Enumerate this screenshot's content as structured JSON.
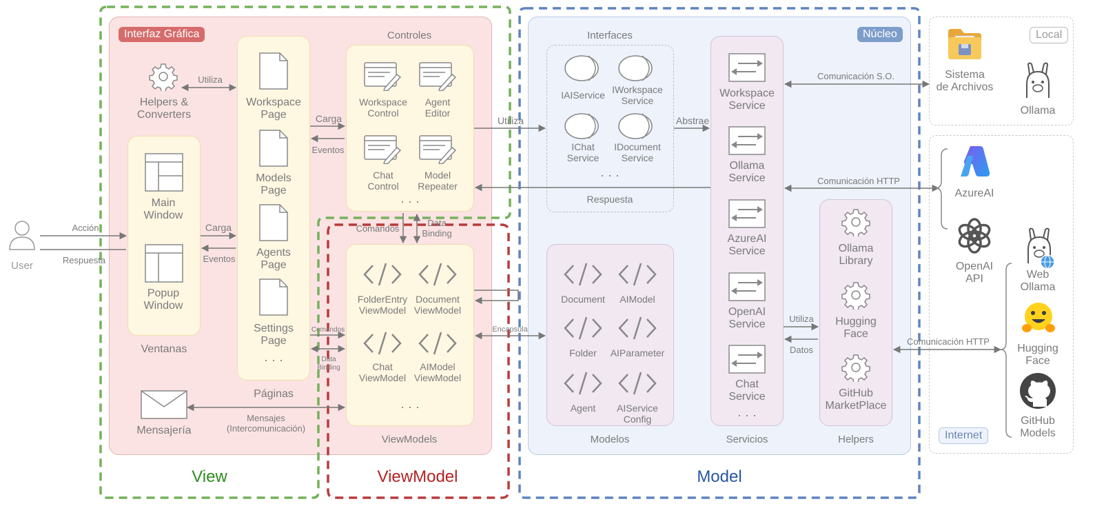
{
  "layers": {
    "view": "View",
    "viewmodel": "ViewModel",
    "model": "Model"
  },
  "tags": {
    "ui": "Interfaz Gráfica",
    "core": "Núcleo",
    "local": "Local",
    "internet": "Internet"
  },
  "user": {
    "label": "User",
    "accion": "Acción",
    "respuesta": "Respuesta"
  },
  "ui": {
    "helpers": "Helpers &\nConverters",
    "utiliza": "Utiliza",
    "windows": {
      "title": "Ventanas",
      "main": "Main\nWindow",
      "popup": "Popup\nWindow"
    },
    "carga": "Carga",
    "eventos": "Eventos",
    "pages": {
      "title": "Páginas",
      "items": [
        "Workspace\nPage",
        "Models\nPage",
        "Agents\nPage",
        "Settings\nPage"
      ],
      "more": "· · ·"
    },
    "controls": {
      "title": "Controles",
      "items": [
        "Workspace\nControl",
        "Agent\nEditor",
        "Chat\nControl",
        "Model\nRepeater"
      ],
      "more": "· · ·"
    },
    "carga2": "Carga",
    "eventos2": "Eventos",
    "comandos": "Comandos",
    "data_binding": "Data\nBinding",
    "comandos_small": "Comandos",
    "data_binding_small": "Data\nBinding",
    "mensajeria": "Mensajería",
    "mensajes": "Mensajes\n(Intercomunicación)"
  },
  "viewmodels": {
    "title": "ViewModels",
    "items": [
      "FolderEntry\nViewModel",
      "Document\nViewModel",
      "Chat\nViewModel",
      "AIModel\nViewModel"
    ],
    "more": "· · ·"
  },
  "core": {
    "interfaces": {
      "title": "Interfaces",
      "items": [
        "IAIService",
        "IWorkspace\nService",
        "IChat\nService",
        "IDocument\nService"
      ],
      "more": "· · ·",
      "respuesta": "Respuesta"
    },
    "utiliza": "Utiliza",
    "abstrae": "Abstrae",
    "encapsula": "Encapsula",
    "models": {
      "title": "Modelos",
      "items": [
        "Document",
        "AIModel",
        "Folder",
        "AIParameter",
        "Agent",
        "AIService\nConfig"
      ]
    },
    "services": {
      "title": "Servicios",
      "items": [
        "Workspace\nService",
        "Ollama\nService",
        "AzureAI\nService",
        "OpenAI\nService",
        "Chat\nService"
      ],
      "more": "· · ·"
    },
    "helpers": {
      "title": "Helpers",
      "items": [
        "Ollama\nLibrary",
        "Hugging\nFace",
        "GitHub\nMarketPlace"
      ]
    },
    "utiliza2": "Utiliza",
    "datos": "Datos"
  },
  "external": {
    "com_so": "Comunicación S.O.",
    "com_http1": "Comunicación HTTP",
    "com_http2": "Comunicación HTTP",
    "local": [
      "Sistema\nde Archivos",
      "Ollama"
    ],
    "internet": [
      "AzureAI",
      "OpenAI\nAPI",
      "Web\nOllama",
      "Hugging\nFace",
      "GitHub\nModels"
    ]
  },
  "colors": {
    "view_green": "#6aaf50",
    "vm_red": "#b83b3b",
    "model_blue": "#5f84bf",
    "ui_bg": "#fbe3e3",
    "core_bg": "#ecf2fc",
    "yellow_bg": "#fef7e2",
    "purple_bg": "#f1e8f1"
  }
}
